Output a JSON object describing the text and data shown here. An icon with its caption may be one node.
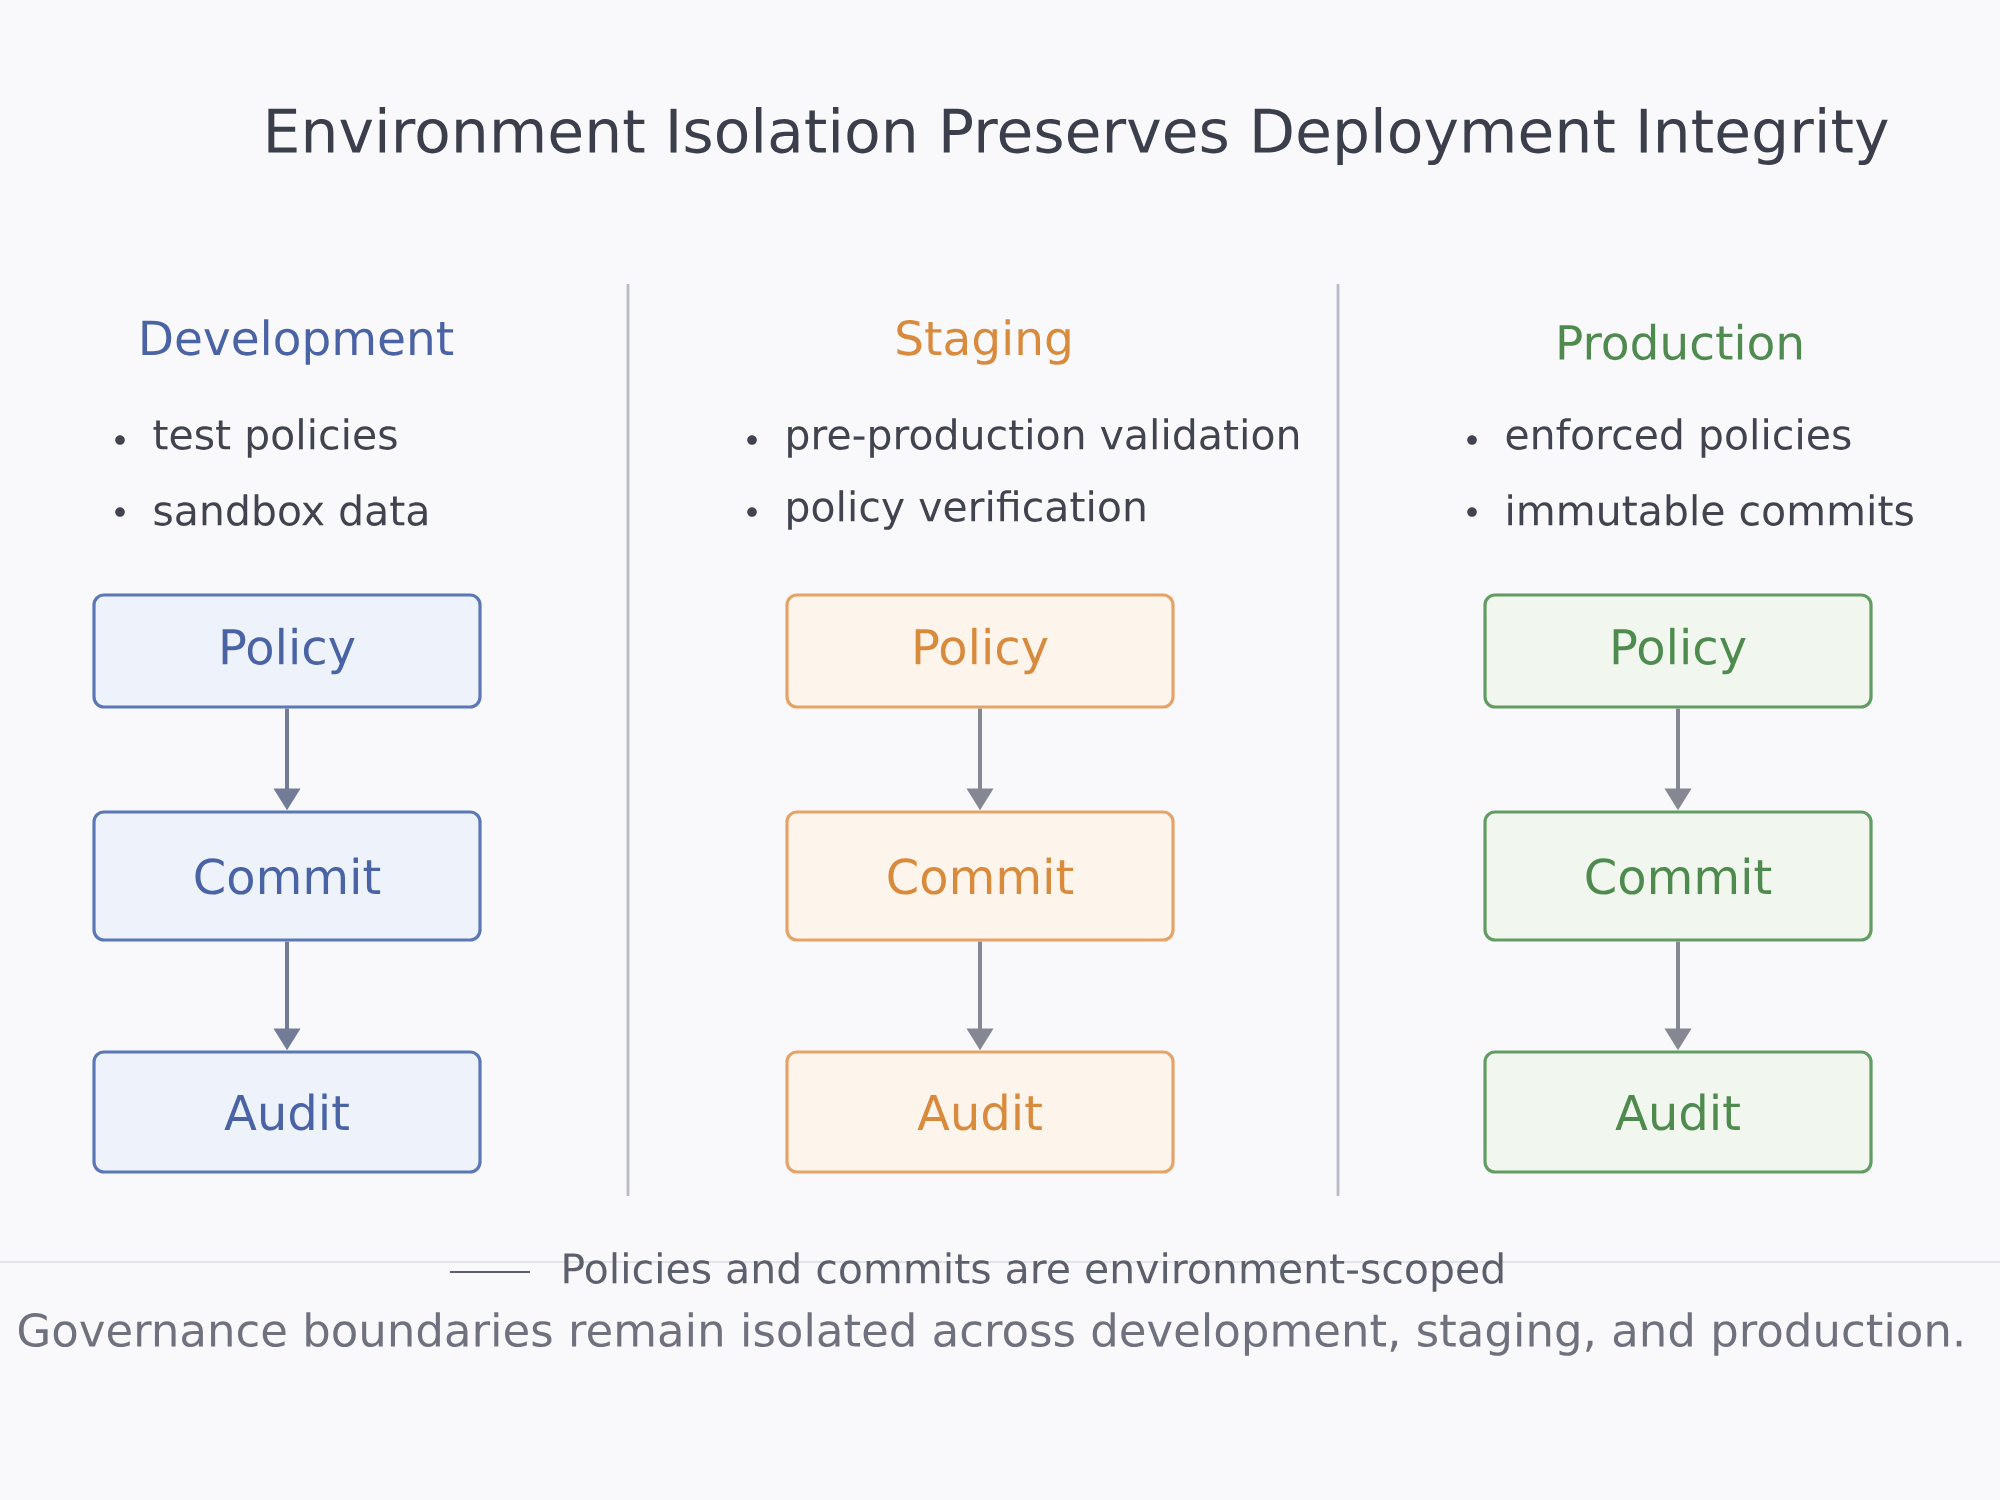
{
  "diagram": {
    "title": "Environment Isolation Preserves Deployment Integrity",
    "caption": "Governance boundaries remain isolated across development, staging, and production.",
    "nodes": [
      {
        "text": [
          "Policy"
        ]
      },
      {
        "text": [
          "Commit"
        ]
      },
      {
        "text": [
          "Audit"
        ]
      },
      {
        "text": [
          "Policy"
        ]
      },
      {
        "text": [
          "Commit"
        ]
      },
      {
        "text": [
          "Audit"
        ]
      },
      {
        "text": [
          "Policy"
        ]
      },
      {
        "text": [
          "Commit"
        ]
      },
      {
        "text": [
          "Audit"
        ]
      }
    ],
    "edges": [
      {
        "from": 0,
        "to": 1,
        "arrow": "to"
      },
      {
        "from": 1,
        "to": 2,
        "arrow": "to"
      },
      {
        "from": 3,
        "to": 4,
        "arrow": "to"
      },
      {
        "from": 4,
        "to": 5,
        "arrow": "to"
      },
      {
        "from": 6,
        "to": 7,
        "arrow": "to"
      },
      {
        "from": 7,
        "to": 8,
        "arrow": "to"
      }
    ],
    "labels": [
      "Development",
      "test policies",
      "sandbox data",
      "Staging",
      "pre-production validation",
      "policy verification",
      "Production",
      "enforced policies",
      "immutable commits"
    ],
    "legend": [
      {
        "text": "Policies and commits are environment-scoped"
      }
    ]
  }
}
